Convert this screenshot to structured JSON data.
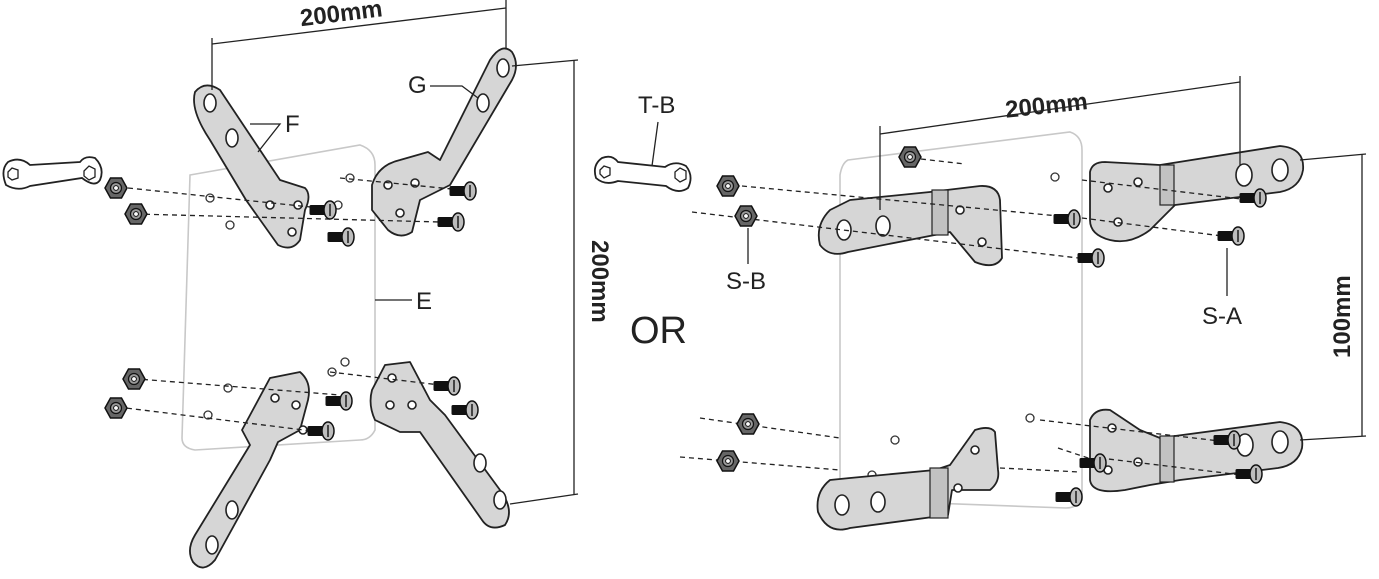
{
  "labels": {
    "g": "G",
    "f": "F",
    "e": "E",
    "tb": "T-B",
    "sb": "S-B",
    "sa": "S-A",
    "or": "OR"
  },
  "dimensions": {
    "left_width": "200mm",
    "left_height": "200mm",
    "right_width": "200mm",
    "right_height": "100mm"
  }
}
